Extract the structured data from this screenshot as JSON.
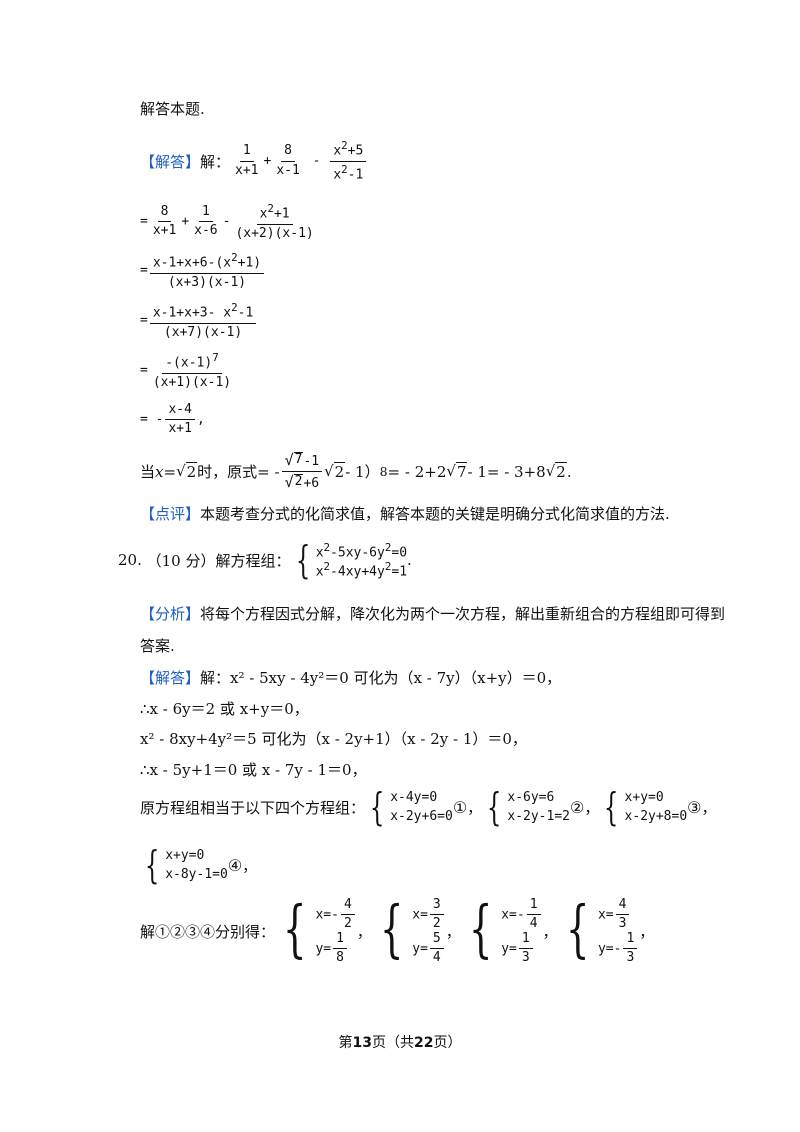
{
  "intro": "解答本题.",
  "tag_jieda": "【解答】",
  "jie": "解：",
  "tag_dianping": "【点评】",
  "dianping_text": "本题考查分式的化简求值，解答本题的关键是明确分式化简求值的方法.",
  "q20_label": "20.",
  "q20_score": "（10 分）解方程组：",
  "tag_fenxi": "【分析】",
  "fenxi_line1": "将每个方程因式分解，降次化为两个一次方程，解出重新组合的方程组即可得到",
  "fenxi_line2": "答案.",
  "sol_line1": "x² - 5xy - 4y²＝0 可化为（x - 7y）（x+y）＝0，",
  "sol_line2": "∴x - 6y＝2 或 x+y＝0，",
  "sol_line3": "x² - 8xy+4y²＝5 可化为（x - 2y+1）（x - 2y - 1）＝0，",
  "sol_line4": "∴x - 5y+1＝0 或 x - 7y - 1＝0，",
  "equiv_text": "原方程组相当于以下四个方程组：",
  "solve_text": "解①②③④分别得：",
  "footer": {
    "pre": "第",
    "page": "13",
    "mid": "页（共",
    "total": "22",
    "post": "页）"
  }
}
